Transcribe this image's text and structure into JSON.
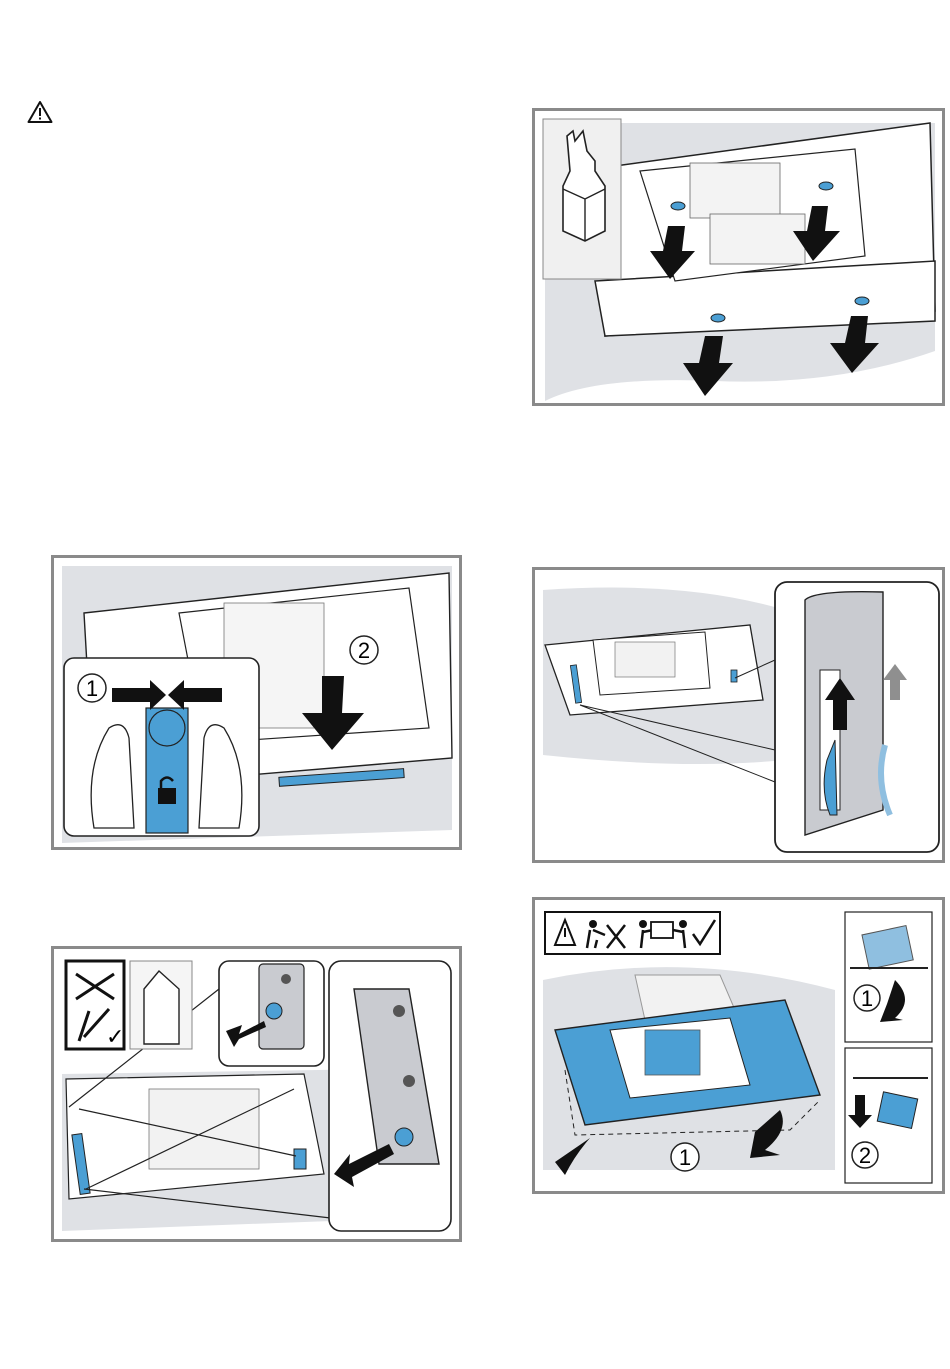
{
  "colors": {
    "accent_blue": "#4b9fd4",
    "frame_gray": "#8a8a8a",
    "bg_gray": "#dfe1e5",
    "arrow_black": "#111111"
  },
  "icons": [
    "warning-triangle-icon",
    "torx-bit-icon",
    "no-power-tool-icon",
    "hex-bit-icon",
    "unlock-icon",
    "two-person-lift-icon"
  ],
  "figures": {
    "release_filter": {
      "step1": "1",
      "step2": "2"
    },
    "tilt_panel": {
      "step1": "1",
      "step2": "2",
      "step1_inset": "1"
    },
    "pictogram_check": "✓"
  }
}
